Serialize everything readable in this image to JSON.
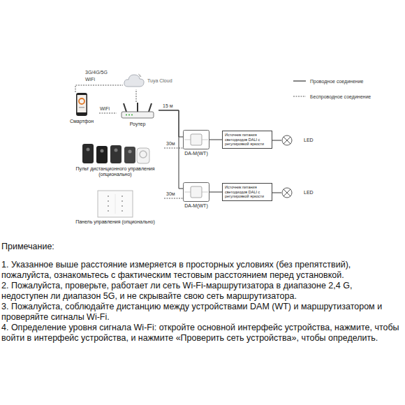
{
  "diagram": {
    "nodes": [
      {
        "text": [
          "Tuya Cloud"
        ]
      },
      {
        "text": [
          "Смартфон"
        ]
      },
      {
        "text": [
          "Роутер"
        ]
      },
      {
        "text": [
          "DA-M(WT)"
        ]
      },
      {
        "text": [
          "Источник питания светодиодов DALI с регулировкой яркости"
        ]
      },
      {
        "text": [
          "LED"
        ]
      },
      {
        "text": [
          "Пульт дистанционного управления (опционально)"
        ]
      },
      {
        "text": [
          "DA-M(WT)"
        ]
      },
      {
        "text": [
          "Источник питания светодиодов DALI с регулировкой яркости"
        ]
      },
      {
        "text": [
          "LED"
        ]
      },
      {
        "text": [
          "Панель управления (опционально)"
        ]
      }
    ],
    "edges": [
      {
        "from": 1,
        "to": 2,
        "arrow": "none",
        "label": "WiFi"
      },
      {
        "from": 1,
        "to": 0,
        "arrow": "none"
      },
      {
        "from": 2,
        "to": 0,
        "arrow": "none"
      },
      {
        "from": 2,
        "to": 3,
        "arrow": "none",
        "label": "15 м"
      },
      {
        "from": 2,
        "to": 7,
        "arrow": "none"
      },
      {
        "from": 6,
        "to": 3,
        "arrow": "none",
        "label": "30м"
      },
      {
        "from": 10,
        "to": 7,
        "arrow": "none",
        "label": "30м"
      },
      {
        "from": 3,
        "to": 4,
        "arrow": "none"
      },
      {
        "from": 4,
        "to": 5,
        "arrow": "none"
      },
      {
        "from": 7,
        "to": 8,
        "arrow": "none"
      },
      {
        "from": 8,
        "to": 9,
        "arrow": "none"
      }
    ],
    "labels": [
      "3G/4G/5G",
      "WiFi",
      "Примечание:",
      "1. Указанное выше расстояние измеряется в просторных условиях (без препятствий), пожалуйста, ознакомьтесь с фактическим тестовым расстоянием перед установкой.",
      "2. Пожалуйста, проверьте, работает ли сеть Wi-Fi-маршрутизатора в диапазоне 2,4 G, недоступен ли диапазон 5G, и не скрывайте свою сеть маршрутизатора.",
      "3. Пожалуйста, соблюдайте дистанцию между устройствами DAM (WT) и маршрутизатором и проверяйте сигналы Wi-Fi.",
      "4. Определение уровня сигнала Wi-Fi: откройте основной интерфейс устройства, нажмите, чтобы войти в интерфейс устройства, и нажмите «Проверить сеть устройства», чтобы определить."
    ],
    "legend": [
      {
        "text": "Проводное соединение"
      },
      {
        "text": "Беспроводное соединение"
      }
    ]
  }
}
